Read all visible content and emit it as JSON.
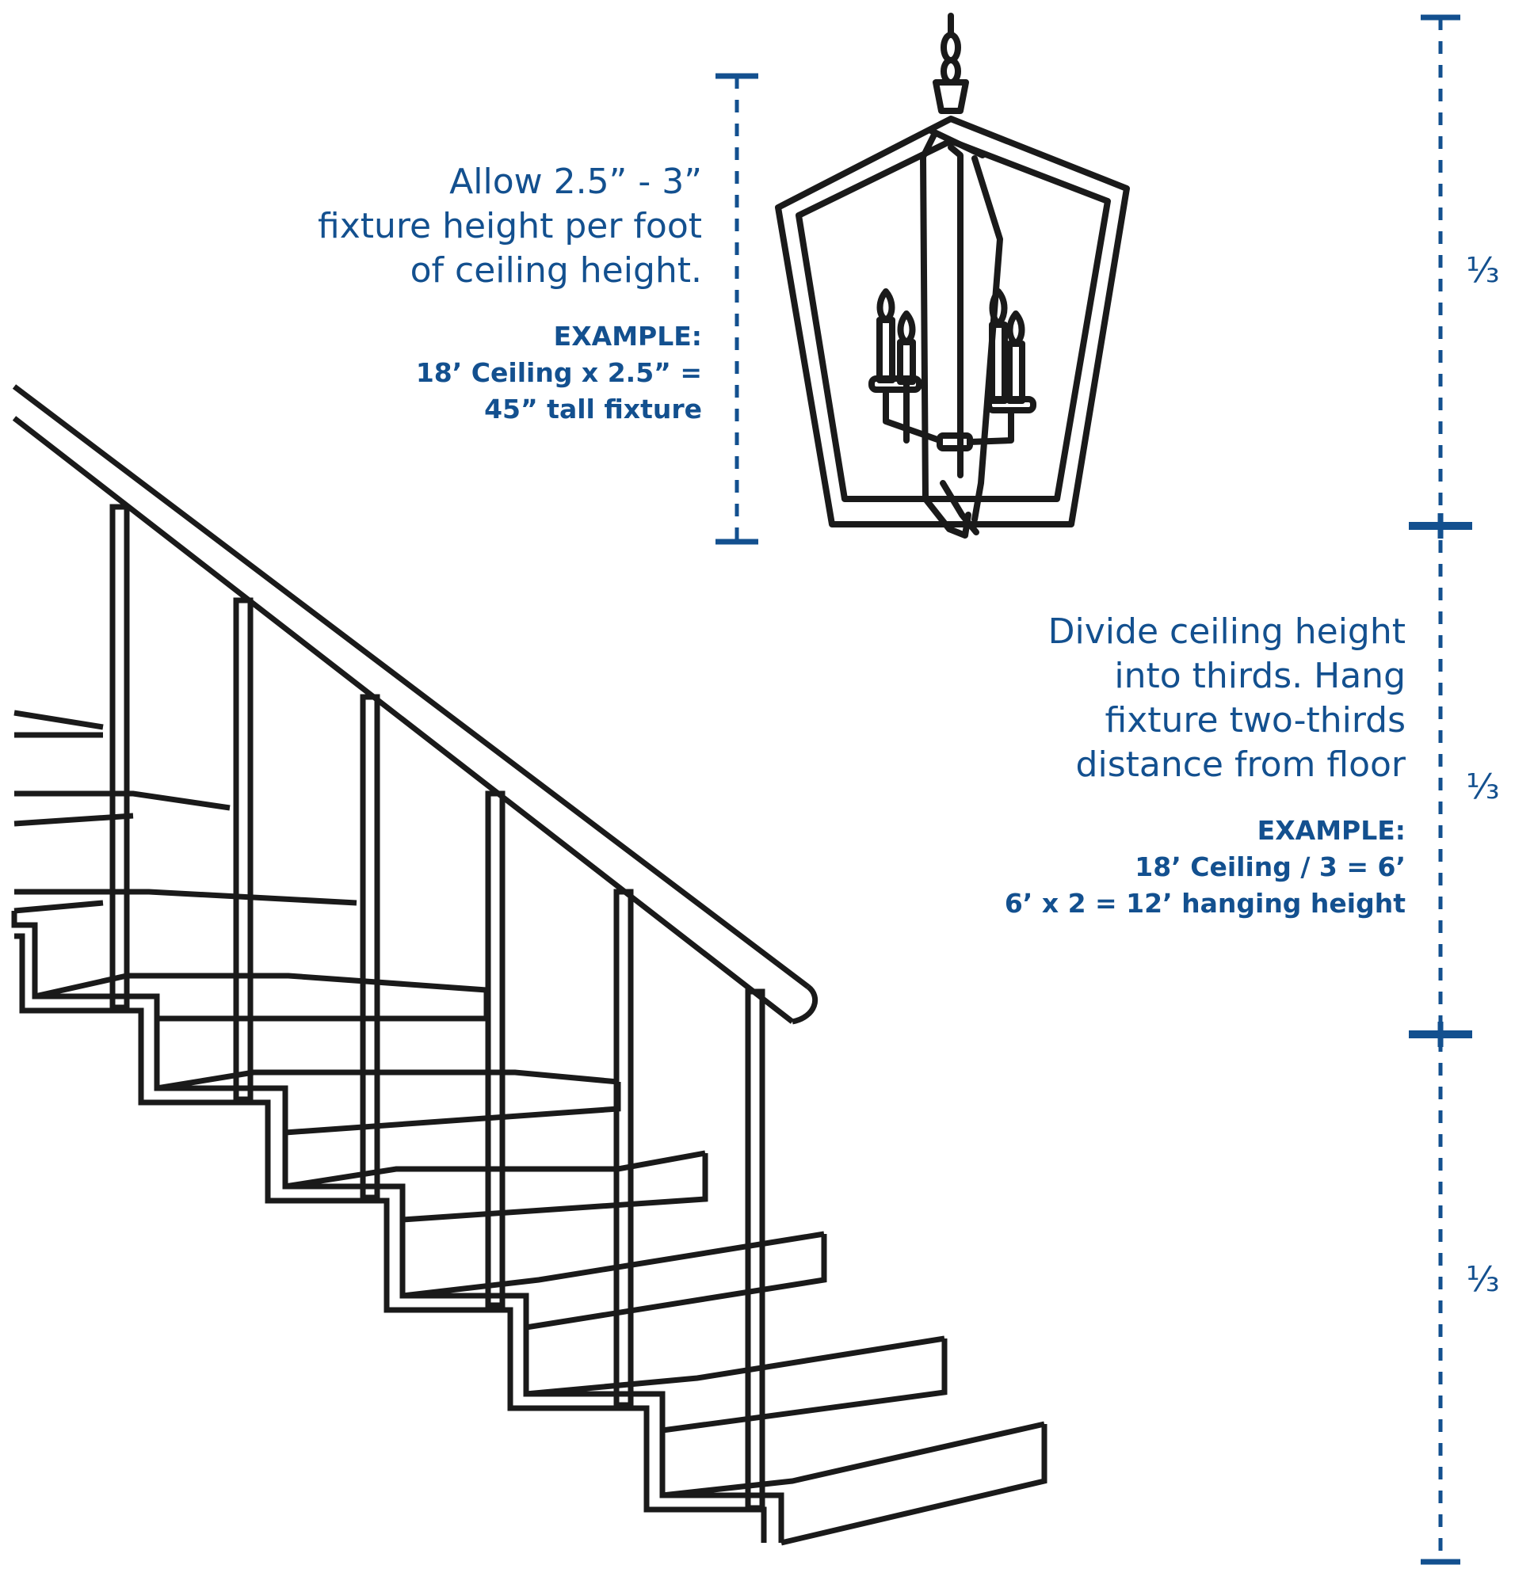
{
  "colors": {
    "accent": "#13508f",
    "line": "#1a1a1a",
    "background": "#ffffff"
  },
  "fixture_note": {
    "lines": [
      "Allow 2.5” - 3”",
      "fixture height per foot",
      "of ceiling height."
    ],
    "example_label": "EXAMPLE:",
    "example_lines": [
      "18’ Ceiling x 2.5” =",
      "45” tall fixture"
    ]
  },
  "thirds_note": {
    "lines": [
      "Divide ceiling height",
      "into thirds. Hang",
      "fixture two-thirds",
      "distance from floor"
    ],
    "example_label": "EXAMPLE:",
    "example_lines": [
      "18’ Ceiling / 3 = 6’",
      "6’ x 2 = 12’ hanging height"
    ]
  },
  "third_labels": [
    "⅓",
    "⅓",
    "⅓"
  ],
  "icons": [
    "lantern-chandelier-icon",
    "staircase-illustration"
  ]
}
